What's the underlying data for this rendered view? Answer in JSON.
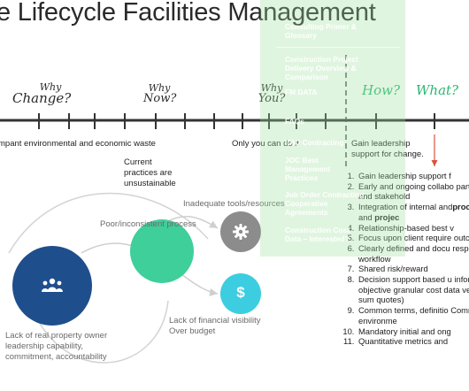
{
  "title": "e Lifecycle Facilities Management",
  "timeline": {
    "why_change": [
      "Why",
      "Change?"
    ],
    "why_now": [
      "Why",
      "Now?"
    ],
    "why_you": [
      "Why",
      "You?"
    ],
    "how": "How?",
    "what": "What?",
    "left_text": "mpant environmental and economic waste",
    "current": "Current\npractices are\nunsustainable",
    "only_you": "Only you can do it",
    "gain": "Gain leadership\nsupport for change."
  },
  "diagram": {
    "inadequate": "Inadequate tools/resources",
    "poor": "Poor/inconsistent process",
    "lack_owner": "Lack of real property owner\nleadership capability,\ncommitment, accountability",
    "lack_financial": "Lack of financial visibility\nOver budget",
    "people_icon": "people-icon",
    "gear_icon": "gear-icon",
    "dollar_icon": "dollar-icon"
  },
  "steps": [
    {
      "text": "Gain leadership support f"
    },
    {
      "text": "Early and ongoing collabo participants and stakehold"
    },
    {
      "text": "Integration of internal and",
      "rich": [
        [
          "",
          "procurement"
        ],
        [
          ", and ",
          "projec"
        ]
      ]
    },
    {
      "text": "Relationship-based best v"
    },
    {
      "text": "Focus upon client require outcomes"
    },
    {
      "text": "Clearly defined and docu responsibilities, workflow"
    },
    {
      "text": "Shared risk/reward"
    },
    {
      "text": "Decision support based u information (i.e. objective granular cost data versus lump sum quotes)"
    },
    {
      "text": "Common terms, definitio Common data environme"
    },
    {
      "text": "Mandatory initial and ong"
    },
    {
      "text": "Quantitative metrics and"
    }
  ],
  "overlay_menu": [
    "Consulting Primer & Glossary",
    "Construction Project Delivery Overview & Comparison",
    "FM DATA",
    "FAQs",
    "IDIQ Contracting",
    "JOC Best Management Practices",
    "Job Order Contracting Cooperative Agreements",
    "Construction Cost Data – Interested?"
  ],
  "colors": {
    "teal_circle": "#3ecf9a",
    "navy_circle": "#1f4e8c",
    "grey_circle": "#8c8c8c",
    "cyan_circle": "#3ccde0",
    "accent_green": "#2bb673",
    "arrow_red": "#d9533d"
  }
}
